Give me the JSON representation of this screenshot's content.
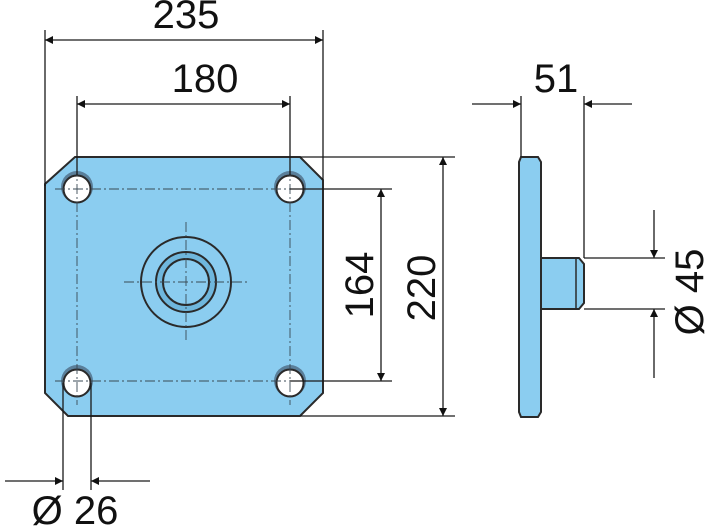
{
  "colors": {
    "part_fill": "#8bcdf0",
    "outline": "#2a2a2a",
    "background": "#ffffff"
  },
  "dimensions": {
    "overall_width": "235",
    "hole_spacing_horizontal": "180",
    "hole_spacing_vertical": "164",
    "overall_height": "220",
    "side_depth": "51",
    "spigot_diameter": "Ø 45",
    "hole_diameter": "Ø 26"
  }
}
